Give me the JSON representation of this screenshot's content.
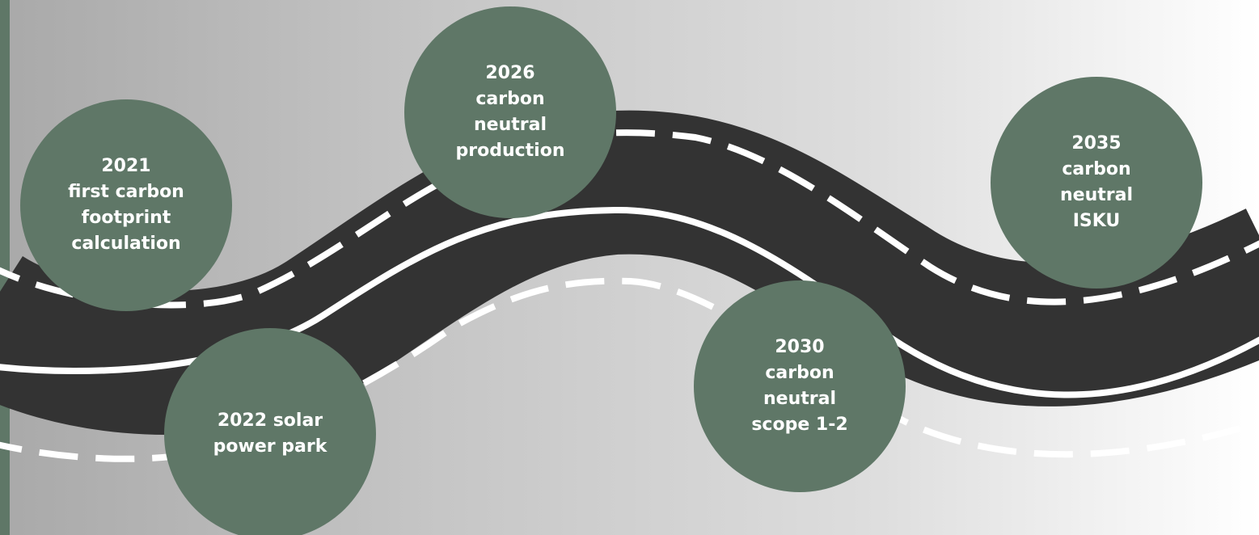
{
  "colors": {
    "circle_fill": "#5f7767",
    "road": "#333333",
    "road_marking": "#ffffff",
    "left_accent": "#5f7767",
    "background_left": "#a9a9a9",
    "background_right": "#ffffff"
  },
  "milestones": [
    {
      "label": "2021\nfirst carbon\nfootprint\ncalculation"
    },
    {
      "label": "2022 solar\npower park"
    },
    {
      "label": "2026\ncarbon\nneutral\nproduction"
    },
    {
      "label": "2030\ncarbon\nneutral\nscope 1-2"
    },
    {
      "label": "2035\ncarbon\nneutral\nISKU"
    }
  ]
}
